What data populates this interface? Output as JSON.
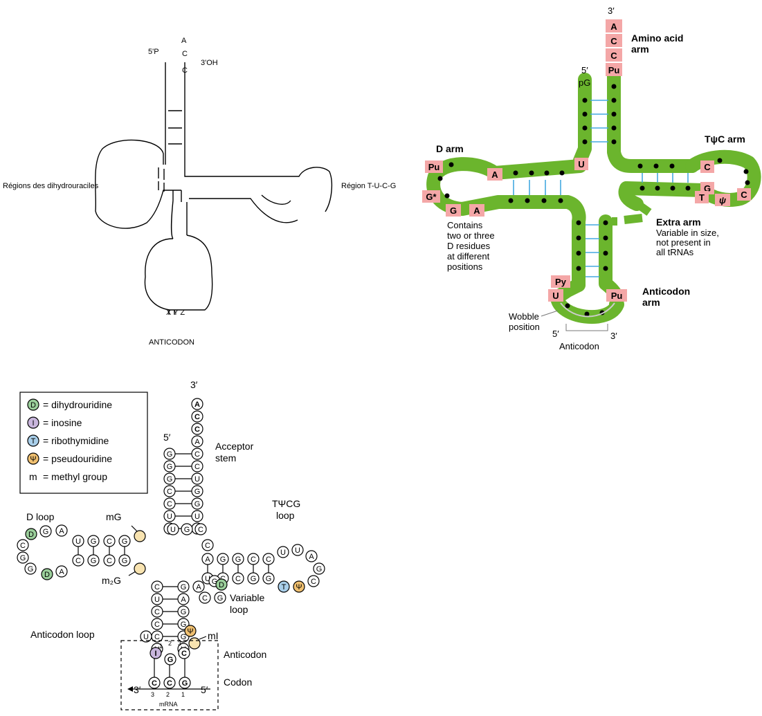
{
  "panel1": {
    "p5": "5'P",
    "a": "A",
    "c1": "C",
    "c2": "C",
    "oh3": "3'OH",
    "left_region": "Régions des dihydrouraciles",
    "right_region": "Région T-U-C-G",
    "xyz": "X Y Z",
    "anticodon": "ANTICODON"
  },
  "panel2": {
    "prime3_top": "3′",
    "acceptor_letters": [
      "A",
      "C",
      "C",
      "Pu"
    ],
    "prime5": "5′",
    "pg": "pG",
    "amino_title_1": "Amino acid",
    "amino_title_2": "arm",
    "darm_title": "D arm",
    "darm_bases": [
      "Pu",
      "A",
      "G*",
      "G",
      "A"
    ],
    "u_mid": "U",
    "tpsic_title": "TψC arm",
    "tpsic_bases": [
      "C",
      "G",
      "T",
      "ψ",
      "C"
    ],
    "contains_lines": [
      "Contains",
      "two or three",
      "D residues",
      "at different",
      "positions"
    ],
    "extra_title": "Extra arm",
    "extra_lines": [
      "Variable in size,",
      "not present in",
      "all tRNAs"
    ],
    "anticodon_bases": [
      "Py",
      "U",
      "Pu"
    ],
    "anticodon_arm_1": "Anticodon",
    "anticodon_arm_2": "arm",
    "wobble_1": "Wobble",
    "wobble_2": "position",
    "ac_5": "5′",
    "ac_3": "3′",
    "ac_label": "Anticodon"
  },
  "panel3": {
    "legend": [
      {
        "sym": "D",
        "text": "= dihydrouridine",
        "color": "#9bcf9b"
      },
      {
        "sym": "I",
        "text": "= inosine",
        "color": "#c9b6dd"
      },
      {
        "sym": "T",
        "text": "= ribothymidine",
        "color": "#a9cfea"
      },
      {
        "sym": "Ψ",
        "text": "= pseudouridine",
        "color": "#f0c070"
      },
      {
        "sym": "m",
        "text": "= methyl group",
        "color": ""
      }
    ],
    "prime3": "3′",
    "prime5": "5′",
    "acceptor_1": "Acceptor",
    "acceptor_2": "stem",
    "dloop": "D loop",
    "mg": "mG",
    "m2g": "m₂G",
    "tpsicg_1": "TΨCG",
    "tpsicg_2": "loop",
    "variable_1": "Variable",
    "variable_2": "loop",
    "anticodon_loop": "Anticodon loop",
    "mi": "mI",
    "anticodon": "Anticodon",
    "codon": "Codon",
    "num1": "1",
    "num2": "2",
    "num3": "3",
    "mrna": "mRNA",
    "mrna_3": "3′",
    "mrna_5": "5′",
    "mrna_n3": "3",
    "mrna_n2": "2",
    "mrna_n1": "1",
    "stem_left": [
      "G",
      "G",
      "G",
      "C",
      "C",
      "U",
      "U"
    ],
    "stem_right": [
      "C",
      "C",
      "U",
      "G",
      "G",
      "U",
      "C"
    ],
    "tail": [
      "A",
      "C",
      "C",
      "A"
    ],
    "dloop_top": [
      "G",
      "A",
      "U",
      "G",
      "C",
      "G"
    ],
    "dloop_bottom": [
      "G",
      "C",
      "G",
      "C",
      "A"
    ],
    "dloop_left": [
      "D",
      "C",
      "G",
      "G",
      "D"
    ],
    "tloop_top": [
      "A",
      "G",
      "G",
      "C",
      "C"
    ],
    "tloop_bottom": [
      "U",
      "C",
      "C",
      "G",
      "G"
    ],
    "tloop_end": [
      "U",
      "U",
      "A",
      "G",
      "C"
    ],
    "ac_left": [
      "C",
      "U",
      "C",
      "C",
      "C",
      "U"
    ],
    "ac_right": [
      "G",
      "A",
      "G",
      "G",
      "G",
      "U"
    ],
    "var_bases": [
      "A",
      "G",
      "C",
      "G"
    ],
    "junction": [
      "U",
      "G",
      "C"
    ],
    "codon_bases": [
      "C",
      "C",
      "G"
    ],
    "anticodon_bases": [
      "I",
      "G",
      "C"
    ],
    "special": {
      "D": "D",
      "T": "T",
      "psi": "Ψ"
    }
  }
}
